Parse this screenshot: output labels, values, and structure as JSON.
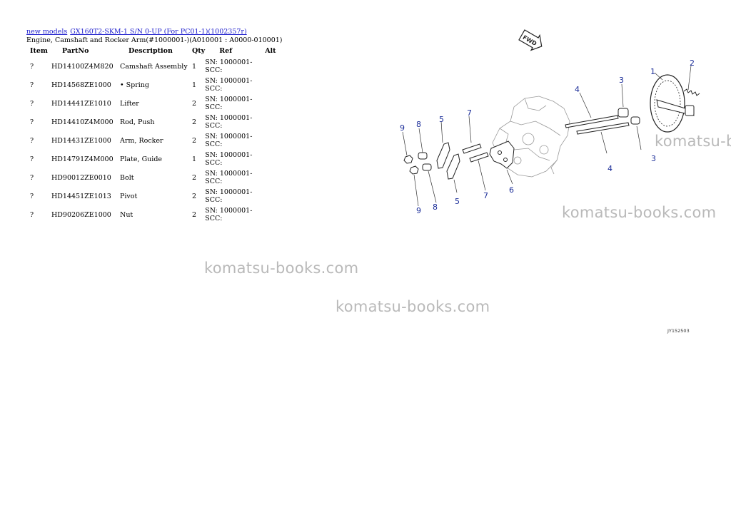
{
  "header": {
    "link_new_models": "new models",
    "link_model": "GX160T2-SKM-1 S/N 0-UP (For PC01-1)(1002357r)",
    "subtitle": "Engine, Camshaft and Rocker Arm(#1000001-)(A010001 : A0000-010001)"
  },
  "table": {
    "headers": {
      "item": "Item",
      "partno": "PartNo",
      "description": "Description",
      "qty": "Qty",
      "ref": "Ref",
      "alt": "Alt"
    },
    "rows": [
      {
        "item": "?",
        "partno": "HD14100Z4M820",
        "description": "Camshaft Assembly",
        "qty": "1",
        "ref1": "SN: 1000001-",
        "ref2": "SCC:"
      },
      {
        "item": "?",
        "partno": "HD14568ZE1000",
        "description": "• Spring",
        "qty": "1",
        "ref1": "SN: 1000001-",
        "ref2": "SCC:"
      },
      {
        "item": "?",
        "partno": "HD14441ZE1010",
        "description": "Lifter",
        "qty": "2",
        "ref1": "SN: 1000001-",
        "ref2": "SCC:"
      },
      {
        "item": "?",
        "partno": "HD14410Z4M000",
        "description": "Rod, Push",
        "qty": "2",
        "ref1": "SN: 1000001-",
        "ref2": "SCC:"
      },
      {
        "item": "?",
        "partno": "HD14431ZE1000",
        "description": "Arm, Rocker",
        "qty": "2",
        "ref1": "SN: 1000001-",
        "ref2": "SCC:"
      },
      {
        "item": "?",
        "partno": "HD14791Z4M000",
        "description": "Plate, Guide",
        "qty": "1",
        "ref1": "SN: 1000001-",
        "ref2": "SCC:"
      },
      {
        "item": "?",
        "partno": "HD90012ZE0010",
        "description": "Bolt",
        "qty": "2",
        "ref1": "SN: 1000001-",
        "ref2": "SCC:"
      },
      {
        "item": "?",
        "partno": "HD14451ZE1013",
        "description": "Pivot",
        "qty": "2",
        "ref1": "SN: 1000001-",
        "ref2": "SCC:"
      },
      {
        "item": "?",
        "partno": "HD90206ZE1000",
        "description": "Nut",
        "qty": "2",
        "ref1": "SN: 1000001-",
        "ref2": "SCC:"
      }
    ]
  },
  "watermark": "komatsu-books.com",
  "diagram": {
    "fwd_label": "FWD",
    "callouts": [
      "1",
      "2",
      "3",
      "3",
      "4",
      "4",
      "5",
      "5",
      "6",
      "7",
      "7",
      "8",
      "8",
      "9",
      "9"
    ],
    "code": "JY152503"
  },
  "colors": {
    "link": "#1a1acc",
    "callout": "#1c2e99",
    "watermark": "#b9b9b9"
  }
}
